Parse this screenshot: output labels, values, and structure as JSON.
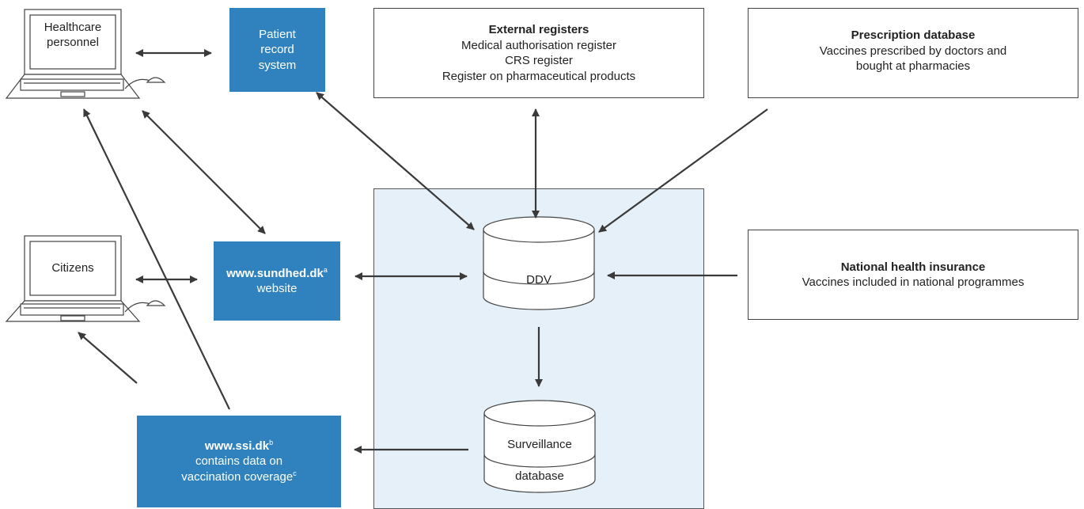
{
  "nodes": {
    "healthcare": {
      "label": "Healthcare personnel"
    },
    "citizens": {
      "label": "Citizens"
    },
    "patient_record": {
      "label": "Patient record system"
    },
    "sundhed": {
      "title": "www.sundhed.dk",
      "sup": "a",
      "sub": "website"
    },
    "ssi": {
      "title": "www.ssi.dk",
      "sup": "b",
      "line1": "contains data on",
      "line2": "vaccination coverage",
      "sup2": "c"
    },
    "external": {
      "title": "External registers",
      "lines": [
        "Medical authorisation register",
        "CRS register",
        "Register on pharmaceutical products"
      ]
    },
    "prescription": {
      "title": "Prescription database",
      "lines": [
        "Vaccines prescribed by doctors and",
        "bought at pharmacies"
      ]
    },
    "insurance": {
      "title": "National health insurance",
      "lines": [
        "Vaccines included in  national programmes"
      ]
    },
    "ddv": {
      "label": "DDV"
    },
    "surveillance": {
      "line1": "Surveillance",
      "line2": "database"
    }
  },
  "colors": {
    "blue_box": "#2f82be",
    "panel": "#e6f0f8",
    "line": "#3a3a3a"
  }
}
